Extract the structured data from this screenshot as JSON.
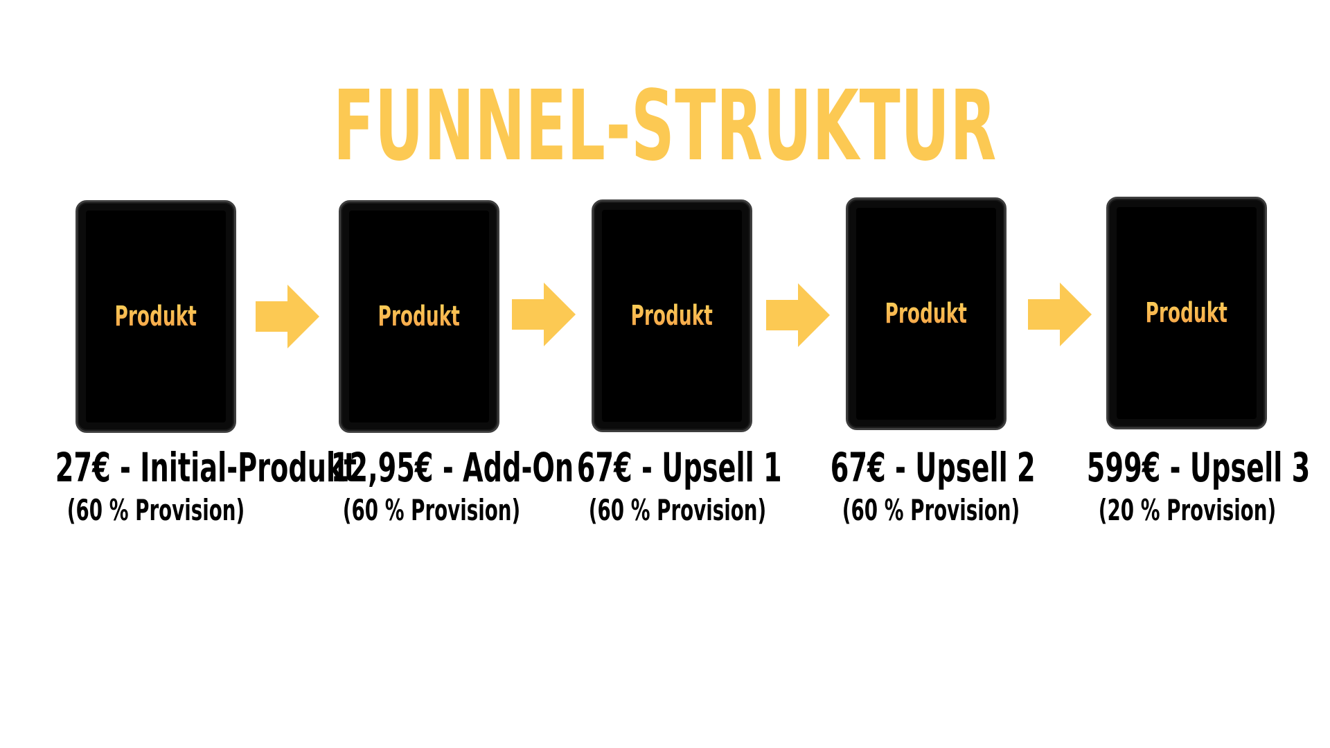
{
  "title": "FUNNEL-STRUKTUR",
  "colors": {
    "accent": "#fcc953",
    "label_gradient_top": "#fcd45a",
    "label_gradient_bottom": "#f59e47",
    "device": "#0b0b0b",
    "text": "#000000"
  },
  "steps": [
    {
      "device_label": "Produkt",
      "price_label": "27€ - Initial-Produkt",
      "commission": "(60 % Provision)"
    },
    {
      "device_label": "Produkt",
      "price_label": "12,95€ - Add-On",
      "commission": "(60 % Provision)"
    },
    {
      "device_label": "Produkt",
      "price_label": "67€ - Upsell 1",
      "commission": "(60 % Provision)"
    },
    {
      "device_label": "Produkt",
      "price_label": "67€ - Upsell 2",
      "commission": "(60 % Provision)"
    },
    {
      "device_label": "Produkt",
      "price_label": "599€ - Upsell 3",
      "commission": "(20 % Provision)"
    }
  ],
  "connector_icon": "arrow-right-icon"
}
